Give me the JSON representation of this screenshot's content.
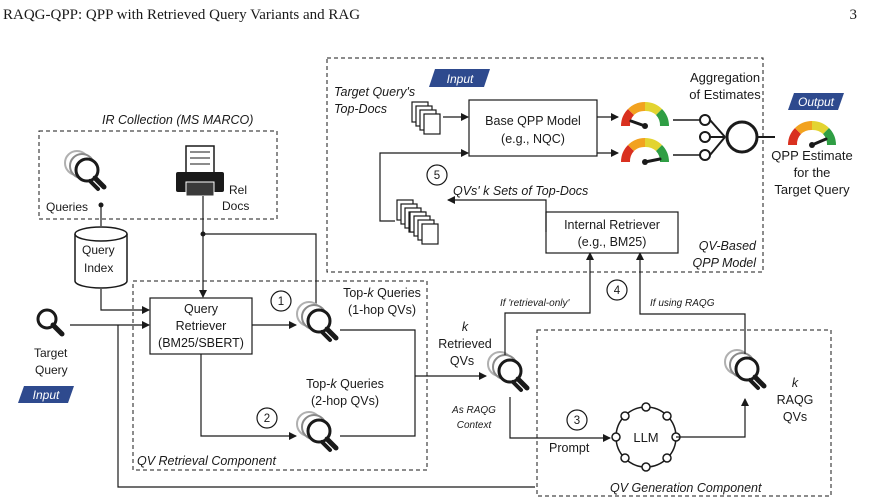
{
  "header": {
    "title": "RAQG-QPP: QPP with Retrieved Query Variants and RAG",
    "page_number": "3"
  },
  "labels": {
    "ir_collection": "IR Collection (MS MARCO)",
    "queries": "Queries",
    "rel": "Rel",
    "docs": "Docs",
    "query": "Query",
    "index": "Index",
    "target": "Target",
    "input": "Input",
    "output": "Output",
    "qr_line1": "Query",
    "qr_line2": "Retriever",
    "qr_line3": "(BM25/SBERT)",
    "top_k_prefix": "Top-",
    "k": "k",
    "queries_suffix": " Queries",
    "one_hop": "(1-hop QVs)",
    "two_hop": "(2-hop QVs)",
    "qv_retrieval_component": "QV Retrieval Component",
    "qv_generation_component": "QV Generation Component",
    "target_query_s": "Target Query's",
    "top_docs": "Top-Docs",
    "base_qpp_line1": "Base QPP Model",
    "base_qpp_line2": "(e.g., NQC)",
    "aggregation_line1": "Aggregation",
    "aggregation_line2": "of Estimates",
    "qpp_estimate_line1": "QPP Estimate",
    "qpp_estimate_line2": "for the",
    "qpp_estimate_line3": "Target Query",
    "qvs_k_sets": "QVs' k Sets of Top-Docs",
    "internal_line1": "Internal Retriever",
    "internal_line2": "(e.g., BM25)",
    "qv_based": "QV-Based",
    "qpp_model": "QPP Model",
    "if_retrieval_only": "If 'retrieval-only'",
    "if_using_raqg": "If using RAQG",
    "retrieved": "Retrieved",
    "qvs": "QVs",
    "as_raqg": "As RAQG",
    "context": "Context",
    "prompt": "Prompt",
    "llm": "LLM",
    "raqg": "RAQG",
    "step1": "1",
    "step2": "2",
    "step3": "3",
    "step4": "4",
    "step5": "5"
  },
  "colors": {
    "badge_fill": "#2e4a8e",
    "gauge_red": "#d9301f",
    "gauge_orange": "#f2a21f",
    "gauge_yellow": "#e3d431",
    "gauge_green": "#2f9e44",
    "stroke": "#1a1a1a"
  }
}
